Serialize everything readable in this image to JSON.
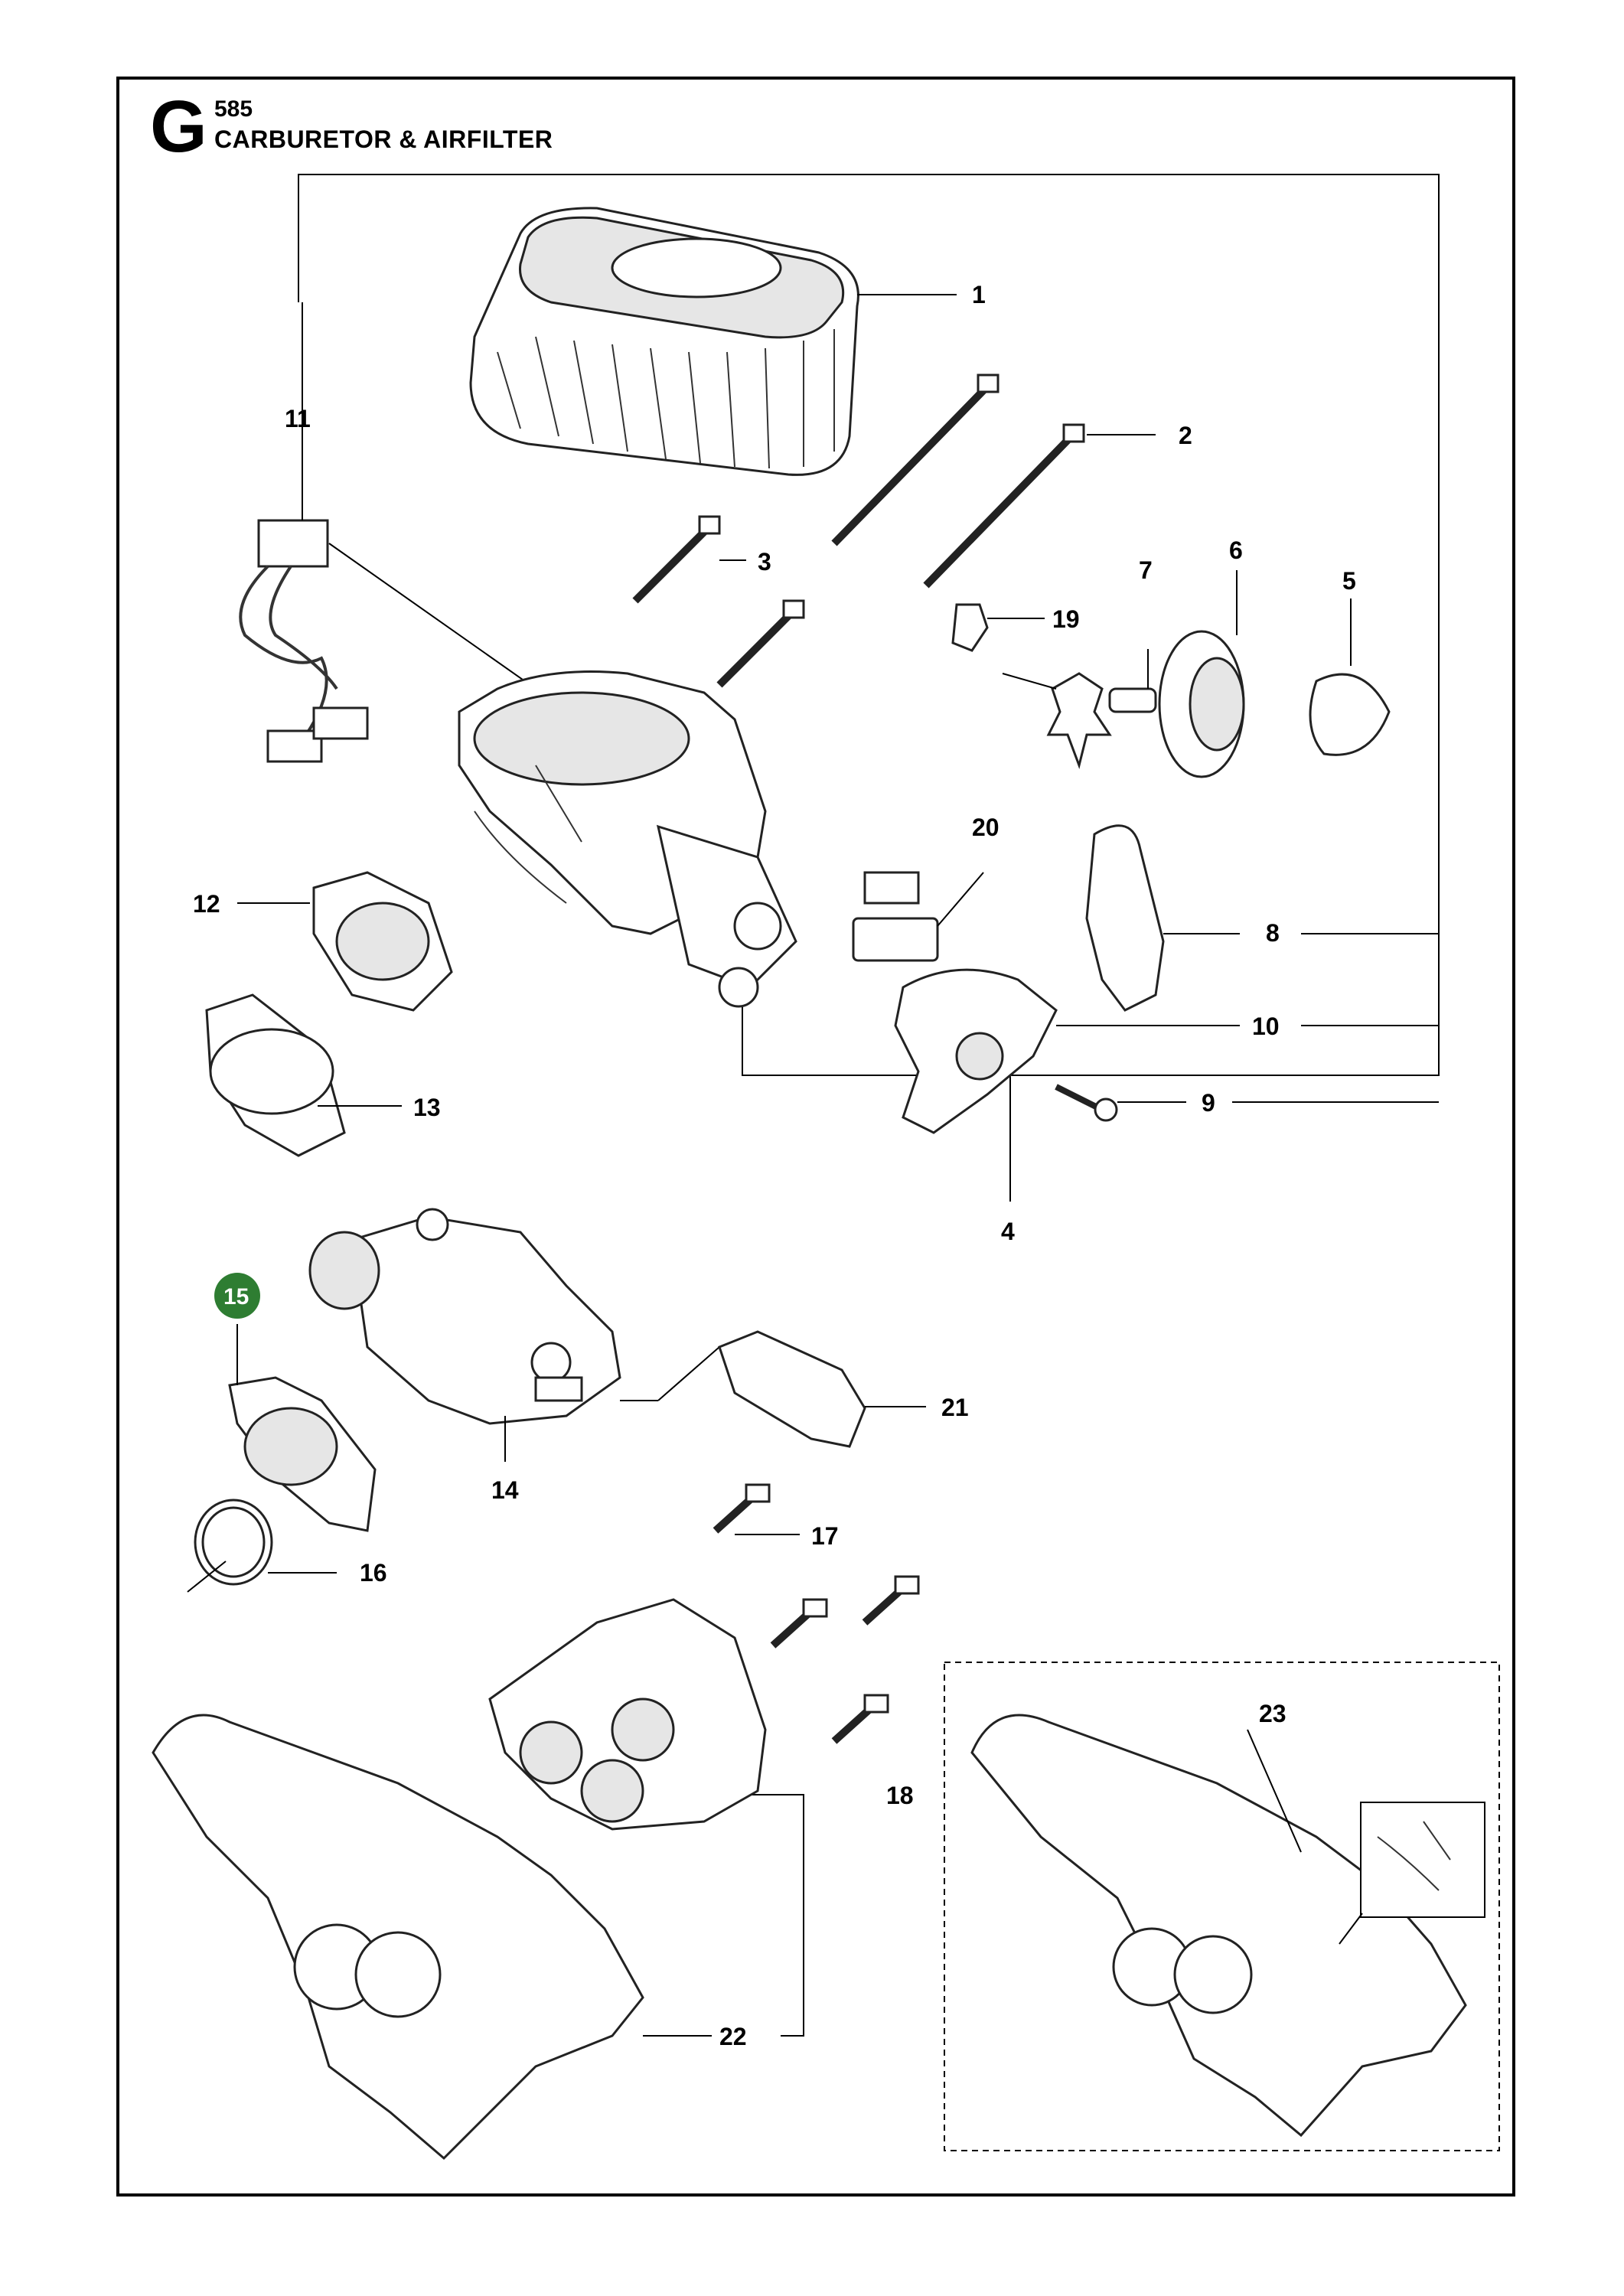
{
  "header": {
    "section_letter": "G",
    "model": "585",
    "title": "CARBURETOR & AIRFILTER"
  },
  "highlight_color": "#2e7d32",
  "callouts": {
    "c1": "1",
    "c2": "2",
    "c3": "3",
    "c4": "4",
    "c5": "5",
    "c6": "6",
    "c7": "7",
    "c8": "8",
    "c9": "9",
    "c10": "10",
    "c11": "11",
    "c12": "12",
    "c13": "13",
    "c14": "14",
    "c15": "15",
    "c16": "16",
    "c17": "17",
    "c18": "18",
    "c19": "19",
    "c20": "20",
    "c21": "21",
    "c22": "22",
    "c23": "23"
  }
}
